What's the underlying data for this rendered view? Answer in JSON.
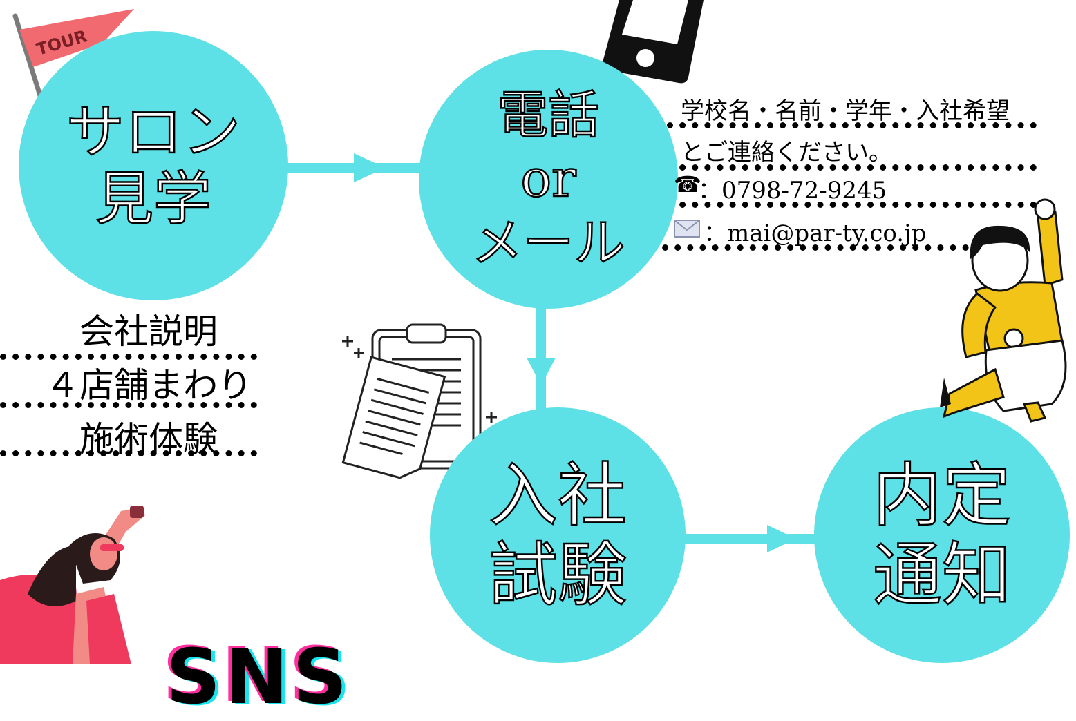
{
  "steps": {
    "salon": {
      "line1": "サロン",
      "line2": "見学"
    },
    "contact": {
      "line1": "電話",
      "line2": "or",
      "line3": "メール"
    },
    "exam": {
      "line1": "入社",
      "line2": "試験"
    },
    "offer": {
      "line1": "内定",
      "line2": "通知"
    }
  },
  "salon_details": [
    "会社説明",
    "４店舗まわり",
    "施術体験"
  ],
  "contact_info": {
    "instruction_1": "学校名・名前・学年・入社希望",
    "instruction_2": "とご連絡ください。",
    "phone": "：0798-72-9245",
    "email": "：mai@par-ty.co.jp"
  },
  "flag_text": "TOUR",
  "sns_text": "SNS",
  "colors": {
    "circle": "#5de0e6",
    "connector": "#5de0e6",
    "flag": "#f06a6f",
    "accent_pink": "#ff2fa0"
  },
  "icons": [
    "flag-icon",
    "smartphone-icon",
    "clipboard-icon",
    "phone-icon",
    "mail-icon",
    "jumping-person-illustration",
    "superhero-woman-illustration"
  ]
}
